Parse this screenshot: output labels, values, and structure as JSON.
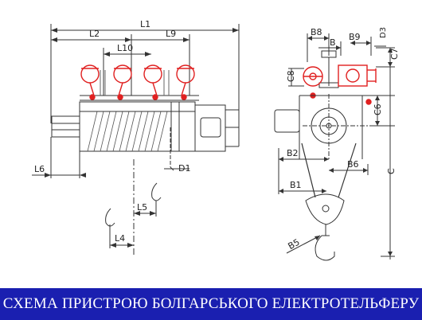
{
  "caption": "СХЕМА ПРИСТРОЮ БОЛГАРСЬКОГО ЕЛЕКТРОТЕЛЬФЕРУ",
  "dimensions": {
    "L1": "L1",
    "L2": "L2",
    "L9": "L9",
    "L10": "L10",
    "L6": "L6",
    "L5": "L5",
    "L4": "L4",
    "D1": "D1",
    "B8": "B8",
    "B": "B",
    "B9": "B9",
    "D3": "D3",
    "C7": "C7",
    "C8": "C8",
    "C6": "C6",
    "C": "C",
    "B2": "B2",
    "B6": "B6",
    "B1": "B1",
    "B5": "B5"
  },
  "colors": {
    "accent": "#e02020",
    "line": "#333333",
    "caption_bg": "#1a1fb0",
    "caption_text": "#ffffff"
  }
}
